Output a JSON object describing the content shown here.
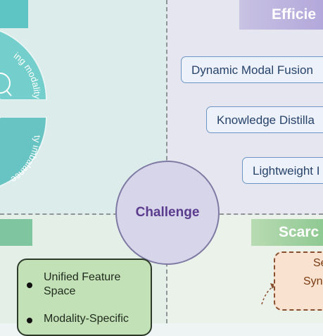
{
  "center": {
    "label": "Challenge"
  },
  "top_left": {
    "ring_labels": [
      "ing modality",
      "ty imbalance"
    ]
  },
  "top_right": {
    "banner": "Efficie",
    "items": [
      "Dynamic Modal Fusion",
      "Knowledge Distilla",
      "Lightweight I"
    ]
  },
  "bottom_left": {
    "items": [
      "Unified Feature\nSpace",
      "Modality-Specific"
    ]
  },
  "bottom_right": {
    "banner": "Scarc",
    "box_lines": [
      "Se",
      "Syn"
    ]
  },
  "colors": {
    "teal": "#5fc4c4",
    "lavender": "#b3a8db",
    "green": "#8fc992",
    "center_text": "#5b3b8e",
    "pill_border": "#6d95c4"
  }
}
